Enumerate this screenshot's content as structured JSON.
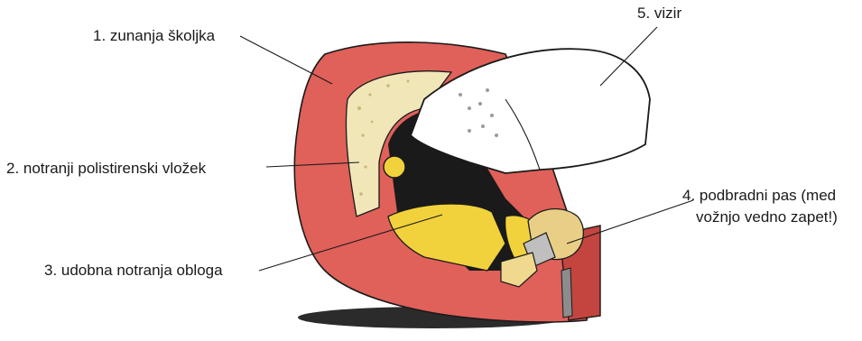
{
  "labels": {
    "outer_shell": "1. zunanja školjka",
    "polystyrene_insert": "2. notranji polistirenski vložek",
    "comfort_lining": "3. udobna notranja obloga",
    "chin_strap_line1": "4. podbradni pas (med",
    "chin_strap_line2": "vožnjo vedno zapet!)",
    "visor": "5. vizir"
  },
  "colors": {
    "shell": "#e0605a",
    "shell_dark": "#c4453f",
    "polystyrene": "#f1e6b8",
    "lining": "#f2d23c",
    "visor": "#ffffff",
    "interior": "#1a1a1a"
  }
}
